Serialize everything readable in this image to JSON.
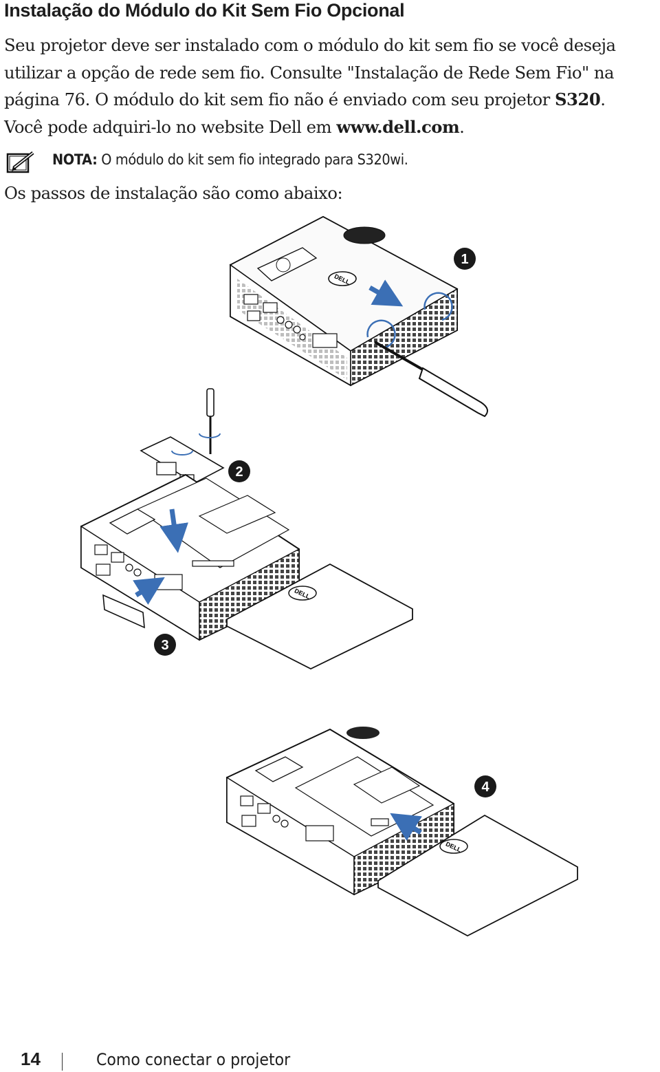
{
  "heading": "Instalação do Módulo do Kit Sem Fio Opcional",
  "intro": {
    "line1": "Seu projetor deve ser instalado com o módulo do kit sem fio se você deseja",
    "line2": "utilizar a opção de rede sem fio. Consulte \"Instalação de Rede Sem Fio\" na",
    "line3": "página 76. O módulo do kit sem fio não é enviado com seu projetor ",
    "line3_bold": "S320",
    "line3_end": ".",
    "line4": "Você pode adquiri-lo no website Dell em ",
    "line4_bold": "www.dell.com",
    "line4_end": "."
  },
  "note": {
    "icon": "note-pencil-icon",
    "label": "NOTA:",
    "text": " O módulo do kit sem fio integrado para S320wi."
  },
  "steps_intro": "Os passos de instalação são como abaixo:",
  "figure": {
    "step_badges": [
      "1",
      "2",
      "3",
      "4"
    ],
    "logo_text": "DELL",
    "accent_color": "#3b6fb5",
    "badge_color": "#1a1a1a"
  },
  "footer": {
    "page_number": "14",
    "chapter": "Como conectar o projetor"
  }
}
